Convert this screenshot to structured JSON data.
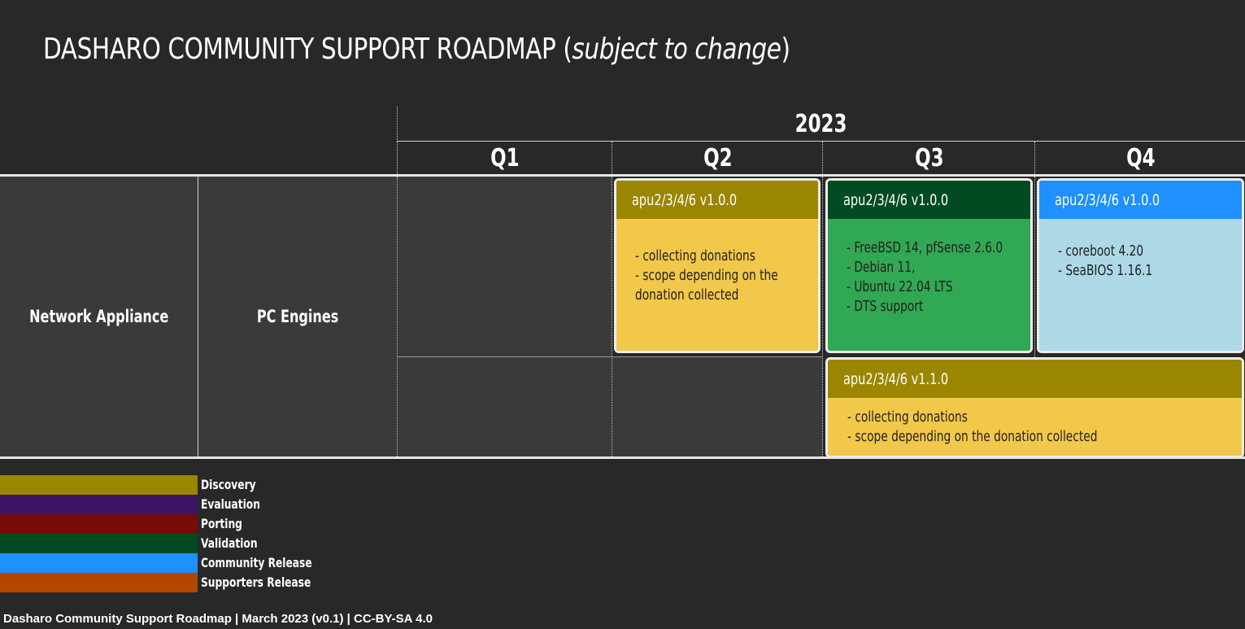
{
  "title": {
    "main": "DASHARO COMMUNITY SUPPORT ROADMAP (",
    "italic": "subject to change",
    "close": ")"
  },
  "header": {
    "year": "2023",
    "quarters": [
      "Q1",
      "Q2",
      "Q3",
      "Q4"
    ]
  },
  "row": {
    "category": "Network Appliance",
    "vendor": "PC Engines"
  },
  "cards": [
    {
      "title": "apu2/3/4/6 v1.0.0",
      "stage": "Discovery",
      "header_color": "#9a8600",
      "body_color": "#f2c84b",
      "lines": [
        "- collecting donations",
        "- scope depending on the",
        "donation collected"
      ]
    },
    {
      "title": "apu2/3/4/6 v1.0.0",
      "stage": "Validation",
      "header_color": "#024a22",
      "body_color": "#31a853",
      "lines": [
        "- FreeBSD 14, pfSense 2.6.0",
        "- Debian 11,",
        "- Ubuntu 22.04 LTS",
        "- DTS support"
      ]
    },
    {
      "title": "apu2/3/4/6 v1.0.0",
      "stage": "Community Release",
      "header_color": "#1e90ff",
      "body_color": "#add8e6",
      "lines": [
        "- coreboot 4.20",
        "- SeaBIOS 1.16.1"
      ]
    },
    {
      "title": "apu2/3/4/6 v1.1.0",
      "stage": "Discovery",
      "header_color": "#9a8600",
      "body_color": "#f2c84b",
      "lines": [
        "- collecting donations",
        "- scope depending on the donation collected"
      ]
    }
  ],
  "legend": [
    {
      "label": "Discovery",
      "color": "#9a8600"
    },
    {
      "label": "Evaluation",
      "color": "#3c1464"
    },
    {
      "label": "Porting",
      "color": "#780a08"
    },
    {
      "label": "Validation",
      "color": "#024a22"
    },
    {
      "label": "Community Release",
      "color": "#1e90ff"
    },
    {
      "label": "Supporters Release",
      "color": "#b34700"
    }
  ],
  "footer": "Dasharo Community Support Roadmap | March 2023 (v0.1) | CC-BY-SA 4.0"
}
